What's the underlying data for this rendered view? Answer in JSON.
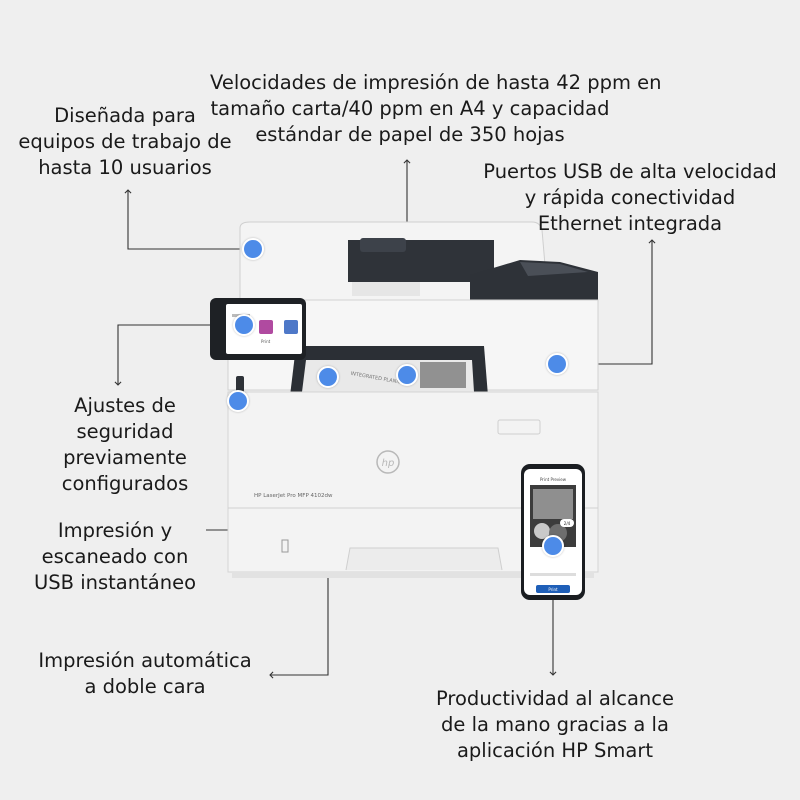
{
  "callouts": {
    "speed": [
      "Velocidades de impresión de hasta 42 ppm en",
      "tamaño carta/40 ppm en A4 y capacidad",
      "estándar de papel de 350 hojas"
    ],
    "teams": [
      "Diseñada para",
      "equipos de trabajo de",
      "hasta 10 usuarios"
    ],
    "usb_ports": [
      "Puertos USB de alta velocidad",
      "y rápida conectividad",
      "Ethernet integrada"
    ],
    "security": [
      "Ajustes de",
      "seguridad",
      "previamente",
      "configurados"
    ],
    "usb_print": [
      "Impresión y",
      "escaneado con",
      "USB instantáneo"
    ],
    "duplex": [
      "Impresión automática",
      "a doble cara"
    ],
    "hp_smart": [
      "Productividad al alcance",
      "de la mano gracias a la",
      "aplicación HP Smart"
    ]
  },
  "printer": {
    "model_label": "HP LaserJet Pro MFP 4102dw",
    "brand": "hp",
    "tray_text": "INTEGRATED PLANNING",
    "screen_app_label": "Print"
  },
  "phone": {
    "header": "Print Preview",
    "button": "Print",
    "badge": "2/4"
  },
  "colors": {
    "background": "#efefef",
    "dot": "#4d8be8",
    "printer_body": "#f7f7f7",
    "printer_dark": "#2e3238",
    "line": "#333333"
  }
}
